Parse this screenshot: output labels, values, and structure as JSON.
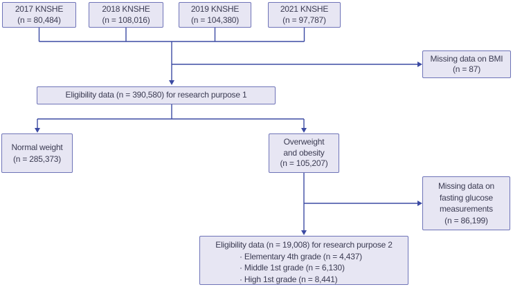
{
  "colors": {
    "bg_color": "#ffffff",
    "box_fill": "#e7e6f3",
    "box_border": "#6d72b7",
    "line_color": "#3b4aa3",
    "text_color": "#3b3b52"
  },
  "boxes": {
    "knshe_2017": {
      "line1": "2017 KNSHE",
      "line2": "(n = 80,484)"
    },
    "knshe_2018": {
      "line1": "2018 KNSHE",
      "line2": "(n = 108,016)"
    },
    "knshe_2019": {
      "line1": "2019 KNSHE",
      "line2": "(n = 104,380)"
    },
    "knshe_2021": {
      "line1": "2021 KNSHE",
      "line2": "(n = 97,787)"
    },
    "missing_bmi": {
      "line1": "Missing data on BMI",
      "line2": "(n = 87)"
    },
    "eligibility1": {
      "line1": "Eligibility data (n = 390,580) for research purpose 1"
    },
    "normal_weight": {
      "line1": "Normal weight",
      "line2": "(n = 285,373)"
    },
    "overweight": {
      "line1": "Overweight",
      "line2": "and obesity",
      "line3": "(n = 105,207)"
    },
    "missing_glucose": {
      "line1": "Missing data on",
      "line2": "fasting glucose",
      "line3": "measurements",
      "line4": "(n = 86,199)"
    },
    "eligibility2": {
      "title": "Eligibility data (n = 19,008) for research purpose 2",
      "items": [
        "· Elementary 4th grade (n = 4,437)",
        "· Middle 1st grade (n = 6,130)",
        "· High 1st grade (n = 8,441)"
      ]
    }
  }
}
